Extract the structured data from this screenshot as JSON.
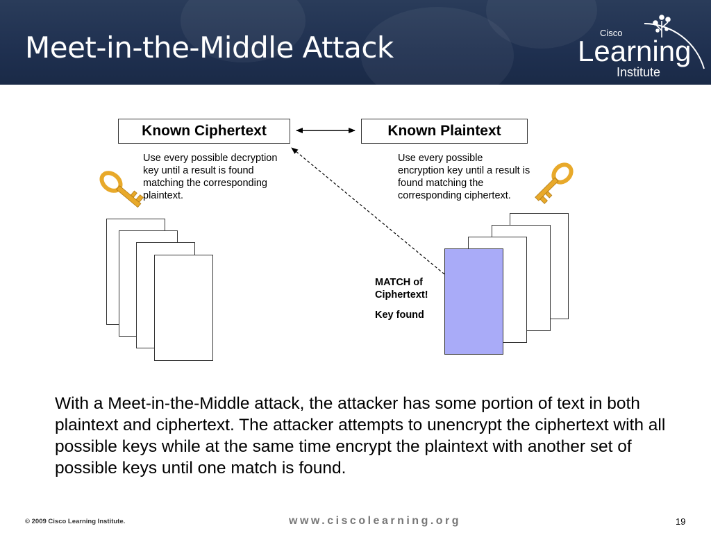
{
  "slide": {
    "title": "Meet-in-the-Middle Attack",
    "logo": {
      "brand_top": "Cisco",
      "brand_main": "Learning",
      "brand_sub": "Institute"
    }
  },
  "diagram": {
    "known_ciphertext": "Known Ciphertext",
    "known_plaintext": "Known Plaintext",
    "left_description": "Use every possible decryption key until a result is found  matching the corresponding plaintext.",
    "right_description": "Use every possible encryption key until a result is found  matching the corresponding ciphertext.",
    "match_line1": "MATCH of",
    "match_line2": "Ciphertext!",
    "key_found": "Key found",
    "match_color": "#a9abf8"
  },
  "body": {
    "paragraph": "With a Meet-in-the-Middle attack, the attacker has some portion of text in both plaintext and ciphertext. The attacker attempts to unencrypt the ciphertext with all possible keys while at the same time encrypt the plaintext with another set of possible keys until one match is found."
  },
  "footer": {
    "copyright": "© 2009 Cisco Learning Institute.",
    "website": "www.ciscolearning.org",
    "page_number": "19"
  },
  "colors": {
    "header_bg": "#1f3050",
    "key_gold": "#e8a92a"
  }
}
